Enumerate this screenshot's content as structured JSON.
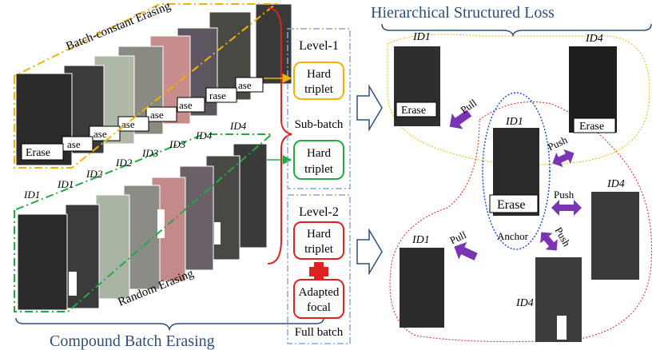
{
  "colors": {
    "orange": "#f0b400",
    "green": "#22aa44",
    "red": "#dd2222",
    "blue_title": "#2f4f7a",
    "blue_dash": "#8aa8d8",
    "arrow_purple": "#7a35b5",
    "anchor_blue": "#1f4fd0",
    "photo_dark": "#2a2a2a"
  },
  "titles": {
    "hierarchical": "Hierarchical Structured Loss",
    "compound": "Compound Batch Erasing"
  },
  "left": {
    "batch_constant": "Batch-constant Erasing",
    "random": "Random Erasing",
    "erase_label": "Erase",
    "id_labels": [
      "ID1",
      "ID1",
      "ID2",
      "ID2",
      "ID3",
      "ID3",
      "ID4",
      "ID4"
    ],
    "top_erase_labels": [
      "Erase",
      "ase",
      "ase",
      "ase",
      "ase",
      "ase",
      "rase",
      "ase"
    ]
  },
  "middle": {
    "level1": "Level-1",
    "hard_triplet_1": "Hard triplet",
    "sub_batch": "Sub-batch",
    "hard_triplet_2": "Hard triplet",
    "level2": "Level-2",
    "hard_triplet_3": "Hard triplet",
    "adapted_focal": "Adapted focal",
    "full_batch": "Full batch"
  },
  "right": {
    "id1_top": "ID1",
    "id4_top": "ID4",
    "id1_anchor": "ID1",
    "id4_right": "ID4",
    "id1_bottom": "ID1",
    "id4_bottom": "ID4",
    "erase": "Erase",
    "pull": "Pull",
    "push": "Push",
    "anchor": "Anchor"
  }
}
